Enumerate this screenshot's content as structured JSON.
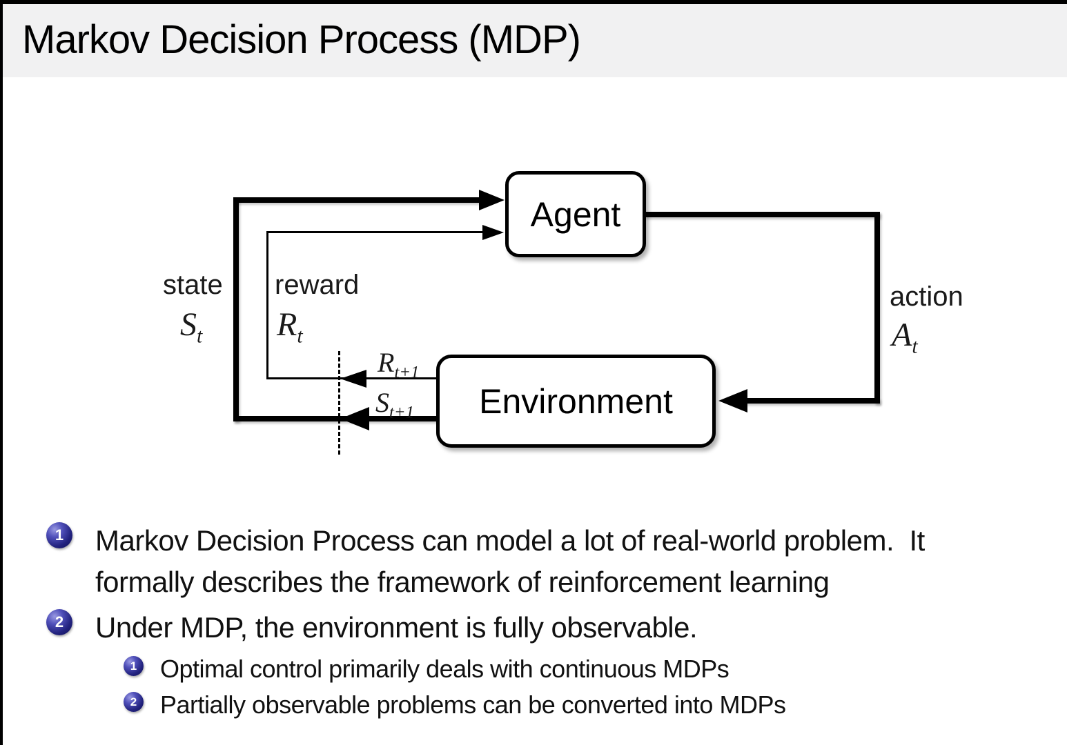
{
  "title": "Markov Decision Process (MDP)",
  "diagram": {
    "agent_label": "Agent",
    "environment_label": "Environment",
    "state_label": "state",
    "reward_label": "reward",
    "action_label": "action",
    "vars": {
      "state": {
        "base": "S",
        "sub": "t"
      },
      "reward": {
        "base": "R",
        "sub": "t"
      },
      "action": {
        "base": "A",
        "sub": "t"
      },
      "next_reward": {
        "base": "R",
        "sub": "t+1"
      },
      "next_state": {
        "base": "S",
        "sub": "t+1"
      }
    }
  },
  "bullets": {
    "item1": {
      "number": "1",
      "line1": "Markov Decision Process can model a lot of real-world problem.  It",
      "line2": "formally describes the framework of reinforcement learning"
    },
    "item2": {
      "number": "2",
      "line1": "Under MDP, the environment is fully observable."
    },
    "sub1": {
      "number": "1",
      "text": "Optimal control primarily deals with continuous MDPs"
    },
    "sub2": {
      "number": "2",
      "text": "Partially observable problems can be converted into MDPs"
    }
  },
  "colors": {
    "header_bg": "#f1f1f2",
    "ball_blue": "#22227e",
    "stroke": "#000000"
  }
}
